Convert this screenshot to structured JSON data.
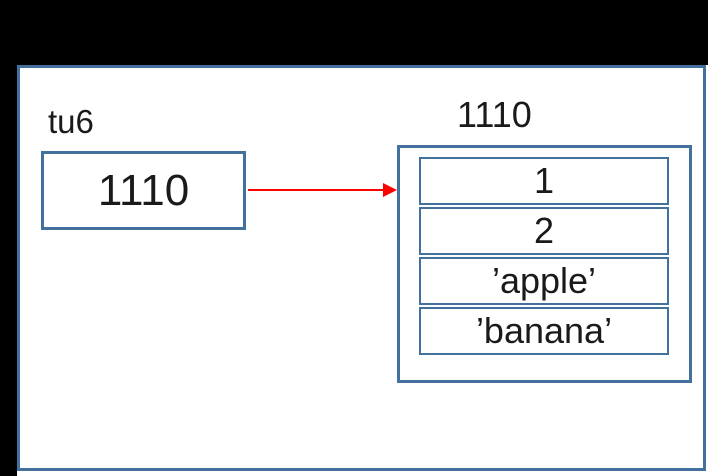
{
  "colors": {
    "background": "#000000",
    "panel": "#ffffff",
    "border_blue": "#41719c",
    "arrow_red": "#ff0000",
    "text": "#1a1a1a"
  },
  "variable": {
    "name": "tu6",
    "value": "1110"
  },
  "tuple": {
    "address": "1110",
    "items": [
      "1",
      "2",
      "’apple’",
      "’banana’"
    ]
  }
}
